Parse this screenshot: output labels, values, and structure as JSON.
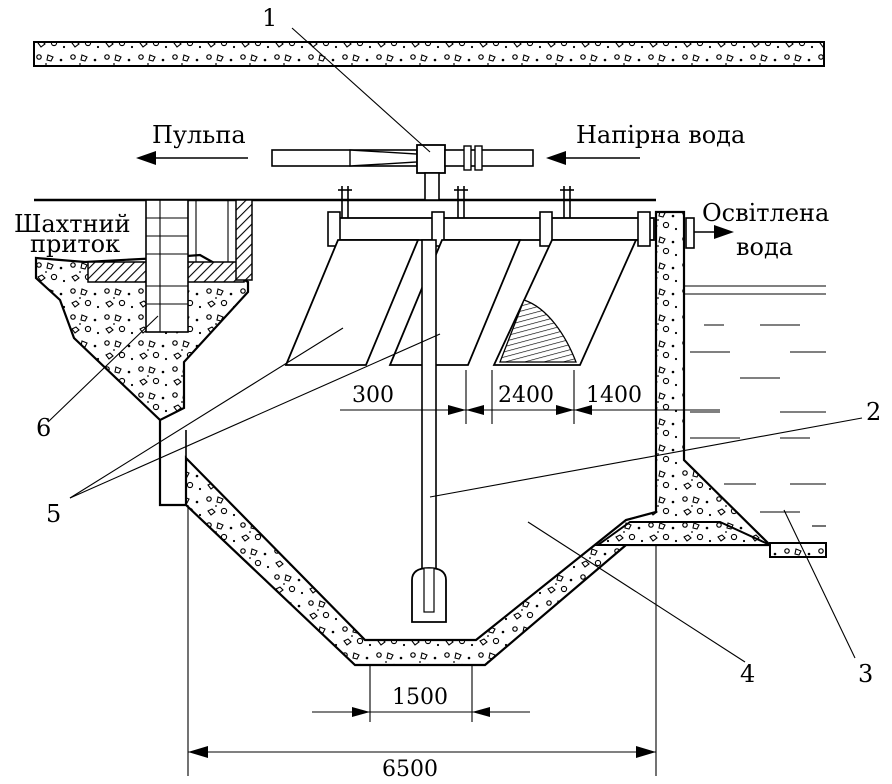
{
  "labels": {
    "pulp": "Пульпа",
    "pressure_water": "Напірна вода",
    "mine_inflow_1": "Шахтний",
    "mine_inflow_2": "приток",
    "clarified_1": "Освітлена",
    "clarified_2": "вода"
  },
  "callouts": {
    "n1": "1",
    "n2": "2",
    "n3": "3",
    "n4": "4",
    "n5": "5",
    "n6": "6"
  },
  "dimensions": {
    "d300": "300",
    "d2400": "2400",
    "d1400": "1400",
    "d1500": "1500",
    "d6500": "6500"
  },
  "colors": {
    "ink": "#000000",
    "background": "#ffffff"
  }
}
